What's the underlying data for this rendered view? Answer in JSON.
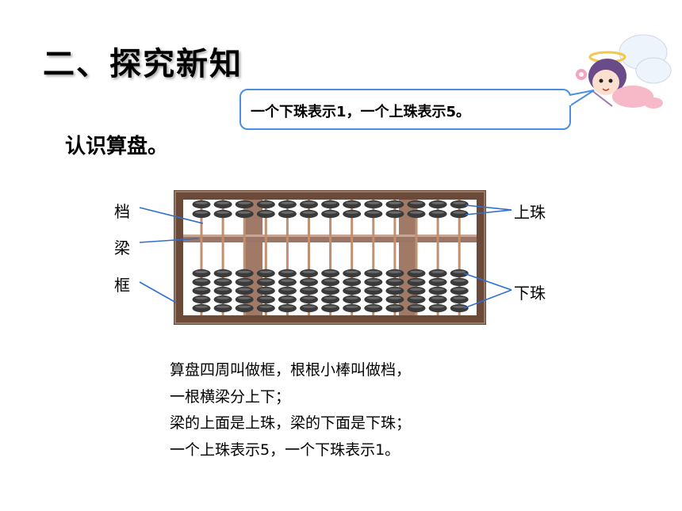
{
  "title": "二、探究新知",
  "subtitle": "认识算盘。",
  "bubble_text": "一个下珠表示1，一个上珠表示5。",
  "labels": {
    "dang": "档",
    "liang": "梁",
    "kuang": "框",
    "upper_beads": "上珠",
    "lower_beads": "下珠"
  },
  "abacus": {
    "rods": 13,
    "upper_beads_per_rod": 2,
    "lower_beads_per_rod": 5,
    "frame_color": "#6b4a3a",
    "bead_color": "#3a3a3a",
    "rod_color": "#c09070"
  },
  "description": [
    "算盘四周叫做框，根根小棒叫做档，",
    "一根横梁分上下；",
    "梁的上面是上珠，梁的下面是下珠；",
    "一个上珠表示5，一个下珠表示1。"
  ]
}
